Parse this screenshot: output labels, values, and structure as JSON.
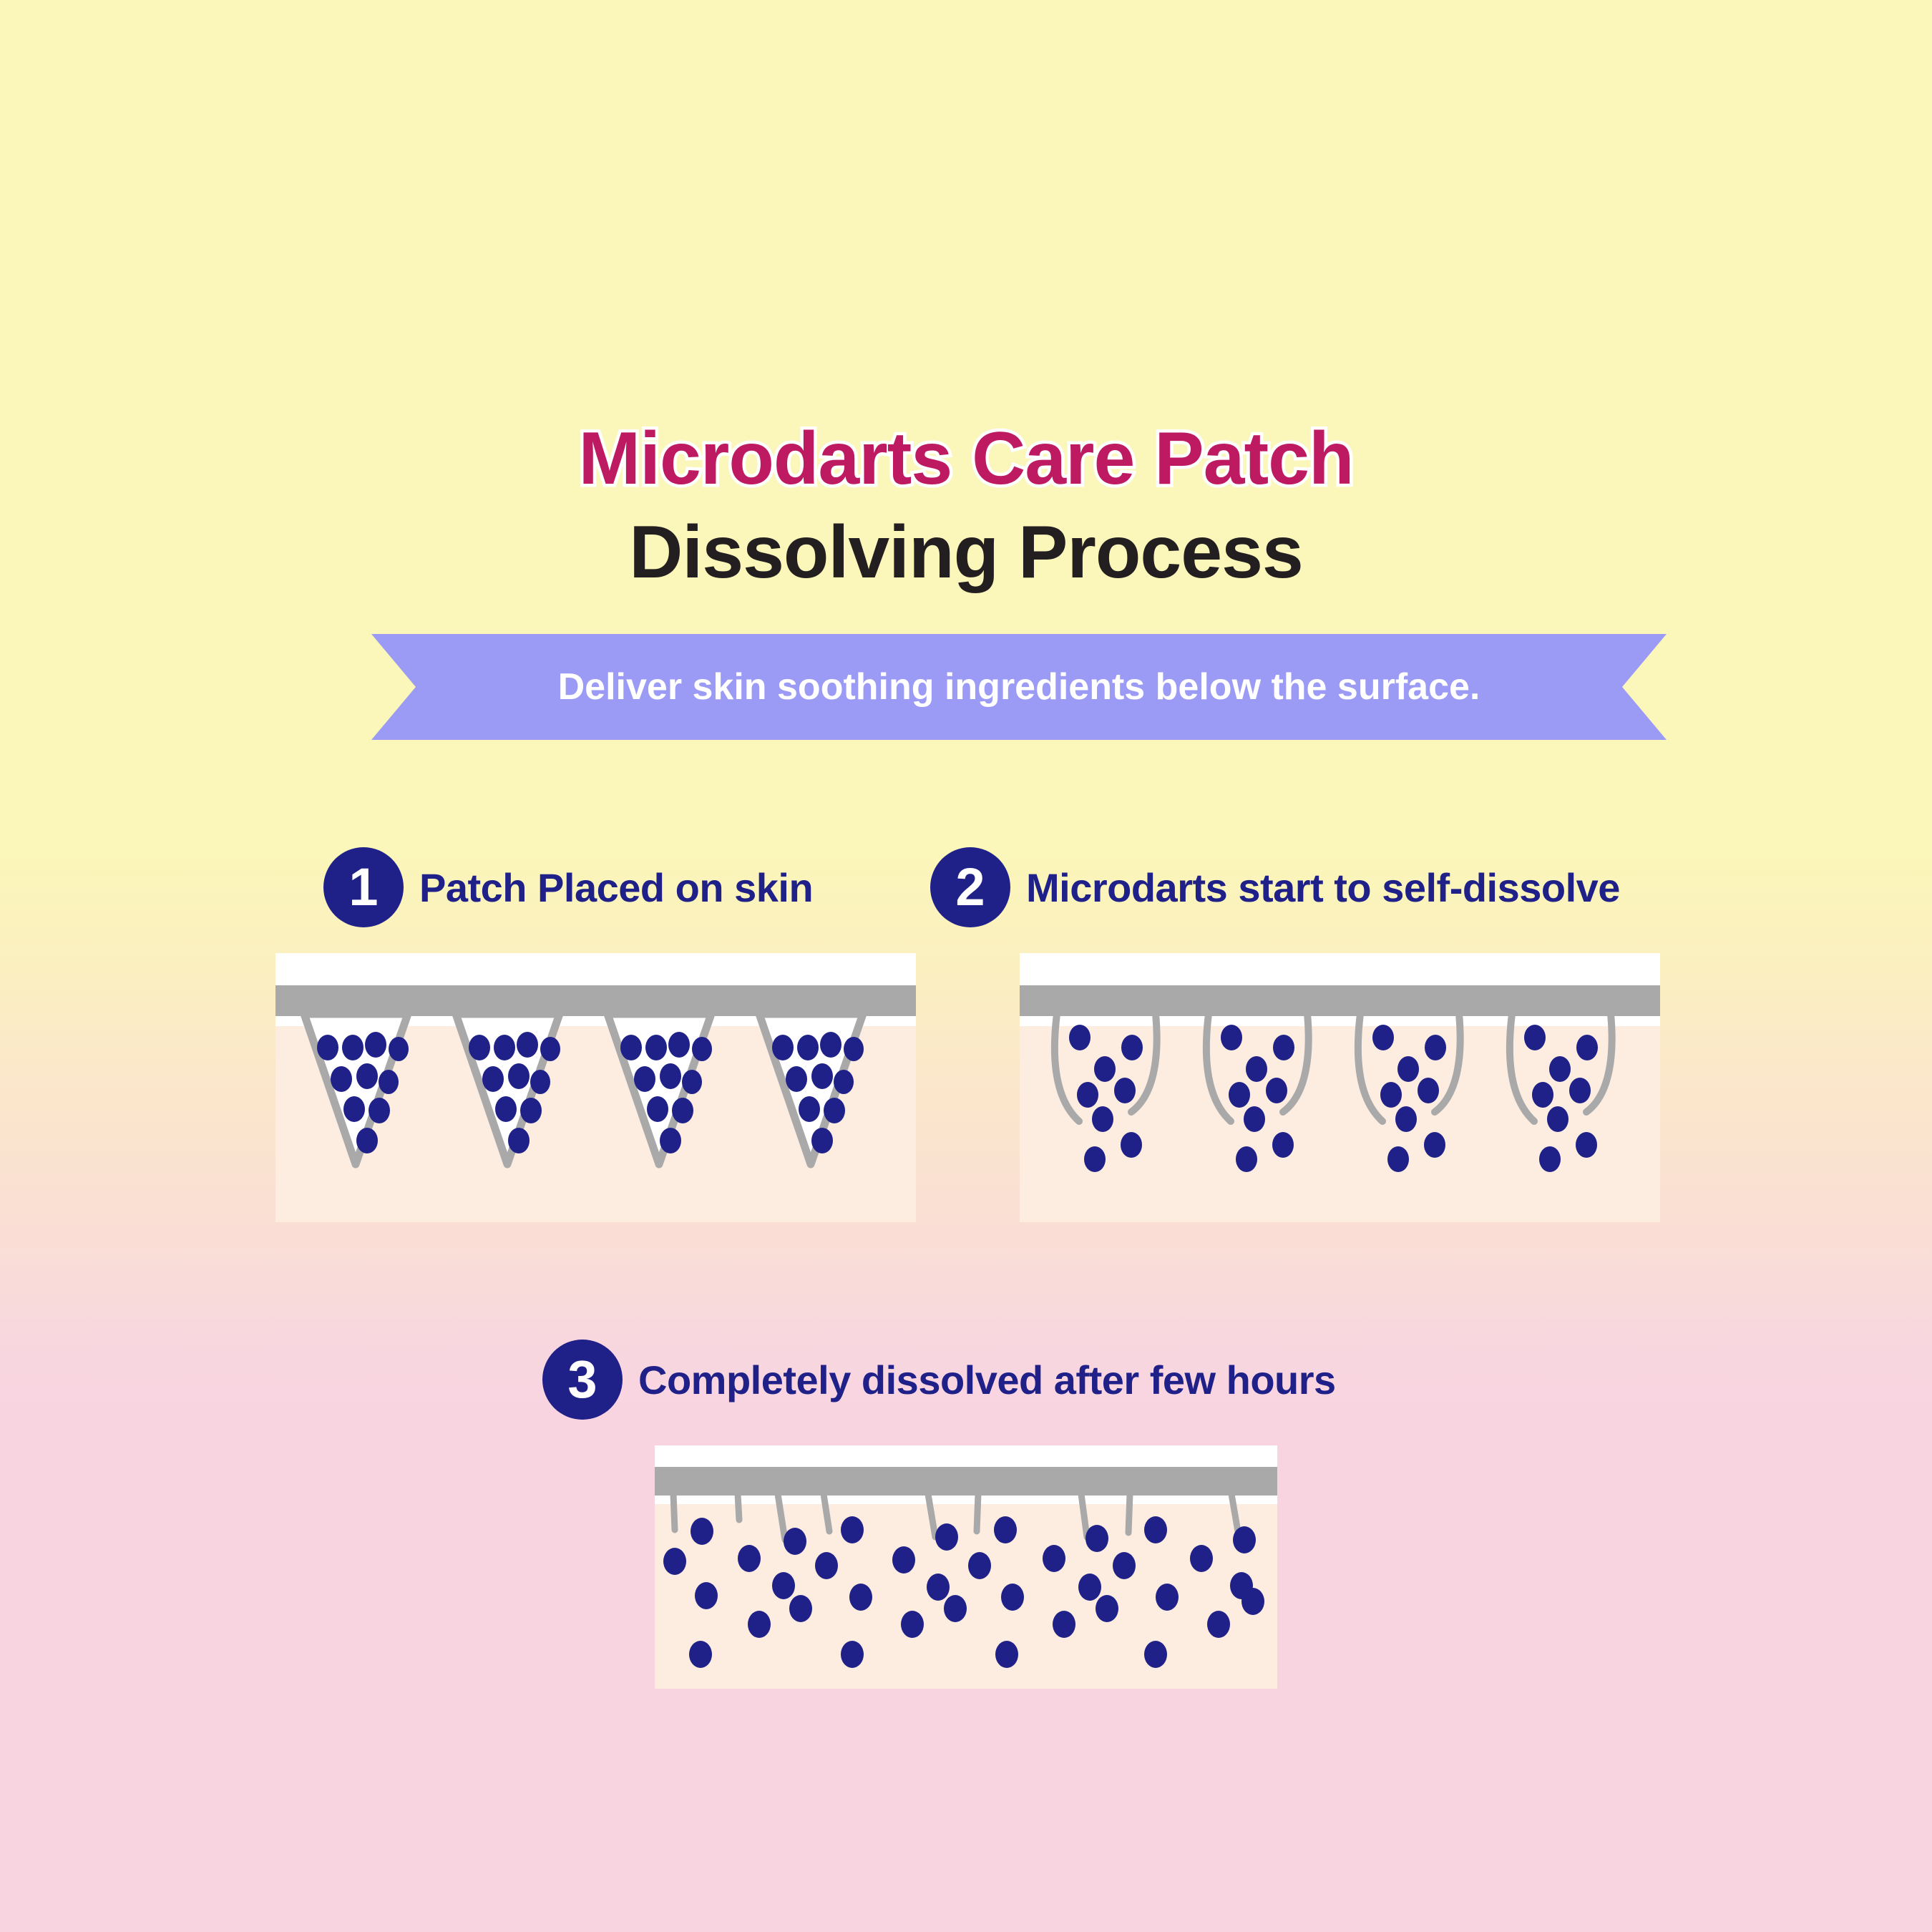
{
  "background": {
    "gradient_top": "#FBF6B9",
    "gradient_bottom": "#F8D4E0"
  },
  "header": {
    "title_line1": "Microdarts Care Patch",
    "title_line2": "Dissolving Process",
    "title_color": "#BD1A62",
    "title_outline_color": "#FFFFFF",
    "subtitle_color": "#231F20"
  },
  "banner": {
    "text": "Deliver skin soothing ingredients below the surface.",
    "fill": "#9B9BF5",
    "text_color": "#FFFFFF"
  },
  "colors": {
    "navy": "#1F2189",
    "dot": "#1F2189",
    "gray": "#A9A9A9",
    "skin": "#FCEDE0",
    "patch_white": "#FFFFFF"
  },
  "steps": [
    {
      "number": "1",
      "label": "Patch Placed on skin",
      "panel_name": "panel-step-1",
      "diagram": {
        "type": "intact-microdarts",
        "dart_count": 4,
        "dart_shape": "triangle",
        "dots_per_dart": 10,
        "dot_rows": [
          4,
          3,
          2,
          1
        ],
        "description": "Four intact triangular microdarts filled with navy ingredient particles pierce the skin surface."
      }
    },
    {
      "number": "2",
      "label": "Microdarts start to self-dissolve",
      "panel_name": "panel-step-2",
      "diagram": {
        "type": "dissolving-microdarts",
        "dart_count": 4,
        "dart_shape": "eroded-u-outline",
        "dots_per_dart": 8,
        "description": "Dart walls have eroded into curved outlines; navy particles begin dispersing downward into the skin."
      }
    },
    {
      "number": "3",
      "label": "Completely dissolved after few hours",
      "panel_name": "panel-step-3",
      "diagram": {
        "type": "fully-dissolved",
        "stub_count": 9,
        "dot_count": 36,
        "description": "Only short gray stubs remain under the adhesive; navy particles are fully dispersed throughout the skin."
      }
    }
  ]
}
